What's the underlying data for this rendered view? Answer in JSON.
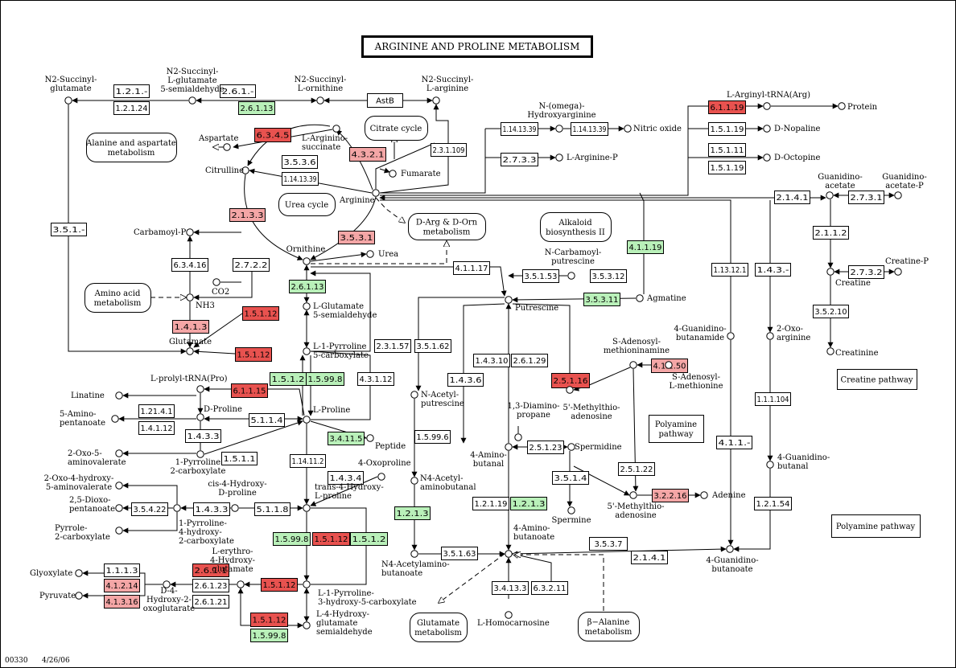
{
  "title": "ARGININE AND PROLINE METABOLISM",
  "footer": {
    "map_id": "00330",
    "date": "4/26/06"
  },
  "colors": {
    "red": "#e8524f",
    "pink": "#f4a6a6",
    "green": "#b9f0b9",
    "white": "#ffffff",
    "line": "#000000"
  },
  "enzymes": [
    {
      "text": "1.2.1.-",
      "color": "white"
    },
    {
      "text": "1.2.1.24",
      "color": "white"
    },
    {
      "text": "2.6.1.-",
      "color": "white"
    },
    {
      "text": "2.6.1.13",
      "color": "green"
    },
    {
      "text": "AstB",
      "color": "white"
    },
    {
      "text": "6.3.4.5",
      "color": "red"
    },
    {
      "text": "4.3.2.1",
      "color": "pink"
    },
    {
      "text": "3.5.3.6",
      "color": "white"
    },
    {
      "text": "1.14.13.39",
      "color": "white"
    },
    {
      "text": "2.3.1.109",
      "color": "white"
    },
    {
      "text": "1.14.13.39",
      "color": "white"
    },
    {
      "text": "1.14.13.39",
      "color": "white"
    },
    {
      "text": "2.7.3.3",
      "color": "white"
    },
    {
      "text": "6.1.1.19",
      "color": "red"
    },
    {
      "text": "1.5.1.19",
      "color": "white"
    },
    {
      "text": "1.5.1.11",
      "color": "white"
    },
    {
      "text": "1.5.1.19",
      "color": "white"
    },
    {
      "text": "2.1.4.1",
      "color": "white"
    },
    {
      "text": "2.7.3.1",
      "color": "white"
    },
    {
      "text": "2.1.1.2",
      "color": "white"
    },
    {
      "text": "2.7.3.2",
      "color": "white"
    },
    {
      "text": "3.5.2.10",
      "color": "white"
    },
    {
      "text": "3.5.1.-",
      "color": "white"
    },
    {
      "text": "2.1.3.3",
      "color": "pink"
    },
    {
      "text": "3.5.3.1",
      "color": "pink"
    },
    {
      "text": "6.3.4.16",
      "color": "white"
    },
    {
      "text": "2.7.2.2",
      "color": "white"
    },
    {
      "text": "2.6.1.13",
      "color": "green"
    },
    {
      "text": "1.5.1.12",
      "color": "red"
    },
    {
      "text": "1.4.1.3",
      "color": "pink"
    },
    {
      "text": "1.5.1.12",
      "color": "red"
    },
    {
      "text": "4.1.1.17",
      "color": "white"
    },
    {
      "text": "4.1.1.19",
      "color": "green"
    },
    {
      "text": "3.5.1.53",
      "color": "white"
    },
    {
      "text": "3.5.3.12",
      "color": "white"
    },
    {
      "text": "3.5.3.11",
      "color": "green"
    },
    {
      "text": "1.13.12.1",
      "color": "white"
    },
    {
      "text": "1.4.3.-",
      "color": "white"
    },
    {
      "text": "2.3.1.57",
      "color": "white"
    },
    {
      "text": "3.5.1.62",
      "color": "white"
    },
    {
      "text": "1.4.3.10",
      "color": "white"
    },
    {
      "text": "2.6.1.29",
      "color": "white"
    },
    {
      "text": "1.4.3.6",
      "color": "white"
    },
    {
      "text": "2.5.1.16",
      "color": "red"
    },
    {
      "text": "4.1.1.50",
      "color": "pink"
    },
    {
      "text": "1.5.1.2",
      "color": "green"
    },
    {
      "text": "1.5.99.8",
      "color": "green"
    },
    {
      "text": "4.3.1.12",
      "color": "white"
    },
    {
      "text": "6.1.1.15",
      "color": "red"
    },
    {
      "text": "1.21.4.1",
      "color": "white"
    },
    {
      "text": "1.4.1.12",
      "color": "white"
    },
    {
      "text": "5.1.1.4",
      "color": "white"
    },
    {
      "text": "1.4.3.3",
      "color": "white"
    },
    {
      "text": "3.4.11.5",
      "color": "green"
    },
    {
      "text": "1.5.1.1",
      "color": "white"
    },
    {
      "text": "1.14.11.2",
      "color": "white"
    },
    {
      "text": "1.4.3.4",
      "color": "white"
    },
    {
      "text": "1.5.99.6",
      "color": "white"
    },
    {
      "text": "2.5.1.23",
      "color": "white"
    },
    {
      "text": "2.5.1.22",
      "color": "white"
    },
    {
      "text": "3.5.1.4",
      "color": "white"
    },
    {
      "text": "4.1.1.-",
      "color": "white"
    },
    {
      "text": "1.1.1.104",
      "color": "white"
    },
    {
      "text": "3.5.4.22",
      "color": "white"
    },
    {
      "text": "1.4.3.3",
      "color": "white"
    },
    {
      "text": "5.1.1.8",
      "color": "white"
    },
    {
      "text": "1.2.1.3",
      "color": "green"
    },
    {
      "text": "1.2.1.19",
      "color": "white"
    },
    {
      "text": "1.2.1.3",
      "color": "green"
    },
    {
      "text": "3.2.2.16",
      "color": "pink"
    },
    {
      "text": "1.2.1.54",
      "color": "white"
    },
    {
      "text": "1.5.99.8",
      "color": "green"
    },
    {
      "text": "1.5.1.12",
      "color": "red"
    },
    {
      "text": "1.5.1.2",
      "color": "green"
    },
    {
      "text": "3.5.3.7",
      "color": "white"
    },
    {
      "text": "2.1.4.1",
      "color": "white"
    },
    {
      "text": "3.5.1.63",
      "color": "white"
    },
    {
      "text": "1.1.1.3",
      "color": "white"
    },
    {
      "text": "4.1.2.14",
      "color": "pink"
    },
    {
      "text": "4.1.3.16",
      "color": "pink"
    },
    {
      "text": "2.6.1.1",
      "color": "red"
    },
    {
      "text": "2.6.1.23",
      "color": "white"
    },
    {
      "text": "2.6.1.21",
      "color": "white"
    },
    {
      "text": "1.5.1.12",
      "color": "red"
    },
    {
      "text": "3.4.13.3",
      "color": "white"
    },
    {
      "text": "6.3.2.11",
      "color": "white"
    },
    {
      "text": "1.5.1.12",
      "color": "red"
    },
    {
      "text": "1.5.99.8",
      "color": "green"
    }
  ],
  "compounds": [
    {
      "lines": [
        "N2-Succinyl-",
        "glutamate"
      ]
    },
    {
      "lines": [
        "N2-Succinyl-",
        "L-glutamate",
        "5-semialdehyde"
      ]
    },
    {
      "lines": [
        "N2-Succinyl-",
        "L-ornithine"
      ]
    },
    {
      "lines": [
        "N2-Succinyl-",
        "L-arginine"
      ]
    },
    {
      "lines": [
        "N-(omega)-",
        "Hydroxyarginine"
      ]
    },
    {
      "lines": [
        "Nitric oxide"
      ]
    },
    {
      "lines": [
        "L-Arginyl-tRNA(Arg)"
      ]
    },
    {
      "lines": [
        "Protein"
      ]
    },
    {
      "lines": [
        "D-Nopaline"
      ]
    },
    {
      "lines": [
        "D-Octopine"
      ]
    },
    {
      "lines": [
        "Aspartate"
      ]
    },
    {
      "lines": [
        "L-Arginino-",
        "succinate"
      ]
    },
    {
      "lines": [
        "Fumarate"
      ]
    },
    {
      "lines": [
        "Citrulline"
      ]
    },
    {
      "lines": [
        "Arginine"
      ]
    },
    {
      "lines": [
        "L-Arginine-P"
      ]
    },
    {
      "lines": [
        "Guanidino-",
        "acetate"
      ]
    },
    {
      "lines": [
        "Guanidino-",
        "acetate-P"
      ]
    },
    {
      "lines": [
        "Creatine-P"
      ]
    },
    {
      "lines": [
        "Creatine"
      ]
    },
    {
      "lines": [
        "Creatinine"
      ]
    },
    {
      "lines": [
        "Carbamoyl-P"
      ]
    },
    {
      "lines": [
        "Ornithine"
      ]
    },
    {
      "lines": [
        "Urea"
      ]
    },
    {
      "lines": [
        "CO2"
      ]
    },
    {
      "lines": [
        "NH3"
      ]
    },
    {
      "lines": [
        "L-Glutamate",
        "5-semialdehyde"
      ]
    },
    {
      "lines": [
        "Glutamate"
      ]
    },
    {
      "lines": [
        "L-1-Pyrroline",
        "5-carboxylate"
      ]
    },
    {
      "lines": [
        "N-Carbamoyl-",
        "putrescine"
      ]
    },
    {
      "lines": [
        "Agmatine"
      ]
    },
    {
      "lines": [
        "Putrescine"
      ]
    },
    {
      "lines": [
        "4-Guanidino-",
        "butanamide"
      ]
    },
    {
      "lines": [
        "2-Oxo-",
        "arginine"
      ]
    },
    {
      "lines": [
        "S-Adenosyl-",
        "methioninamine"
      ]
    },
    {
      "lines": [
        "S-Adenosyl-",
        "L-methionine"
      ]
    },
    {
      "lines": [
        "L-prolyl-tRNA(Pro)"
      ]
    },
    {
      "lines": [
        "Linatine"
      ]
    },
    {
      "lines": [
        "D-Proline"
      ]
    },
    {
      "lines": [
        "L-Proline"
      ]
    },
    {
      "lines": [
        "5-Amino-",
        "pentanoate"
      ]
    },
    {
      "lines": [
        "N-Acetyl-",
        "putrescine"
      ]
    },
    {
      "lines": [
        "1,3-Diamino-",
        "propane"
      ]
    },
    {
      "lines": [
        "5'-Methylthio-",
        "adenosine"
      ]
    },
    {
      "lines": [
        "2-Oxo-5-",
        "aminovalerate"
      ]
    },
    {
      "lines": [
        "1-Pyrroline",
        "2-carboxylate"
      ]
    },
    {
      "lines": [
        "Peptide"
      ]
    },
    {
      "lines": [
        "4-Amino-",
        "butanal"
      ]
    },
    {
      "lines": [
        "Spermidine"
      ]
    },
    {
      "lines": [
        "4-Oxoproline"
      ]
    },
    {
      "lines": [
        "2-Oxo-4-hydroxy-",
        "5-aminovalerate"
      ]
    },
    {
      "lines": [
        "cis-4-Hydroxy-",
        "D-proline"
      ]
    },
    {
      "lines": [
        "trans-4-Hydroxy-",
        "L-proline"
      ]
    },
    {
      "lines": [
        "N4-Acetyl-",
        "aminobutanal"
      ]
    },
    {
      "lines": [
        "2,5-Dioxo-",
        "pentanoate"
      ]
    },
    {
      "lines": [
        "Pyrrole-",
        "2-carboxylate"
      ]
    },
    {
      "lines": [
        "1-Pyrroline-",
        "4-hydroxy-",
        "2-carboxylate"
      ]
    },
    {
      "lines": [
        "Spermine"
      ]
    },
    {
      "lines": [
        "5'-Methylthio-",
        "adenosine"
      ]
    },
    {
      "lines": [
        "Adenine"
      ]
    },
    {
      "lines": [
        "4-Guanidino-",
        "butanal"
      ]
    },
    {
      "lines": [
        "4-Amino-",
        "butanoate"
      ]
    },
    {
      "lines": [
        "N4-Acetylamino-",
        "butanoate"
      ]
    },
    {
      "lines": [
        "Glyoxylate"
      ]
    },
    {
      "lines": [
        "Pyruvate"
      ]
    },
    {
      "lines": [
        "D-4-",
        "Hydroxy-2-",
        "oxoglutarate"
      ]
    },
    {
      "lines": [
        "L-erythro-",
        "4-Hydroxy-",
        "glutamate"
      ]
    },
    {
      "lines": [
        "L-1-Pyrroline-",
        "3-hydroxy-5-carboxylate"
      ]
    },
    {
      "lines": [
        "L-4-Hydroxy-",
        "glutamate",
        "semialdehyde"
      ]
    },
    {
      "lines": [
        "L-Homocarnosine"
      ]
    },
    {
      "lines": [
        "4-Guanidino-",
        "butanoate"
      ]
    }
  ],
  "maps": [
    {
      "lines": [
        "Citrate cycle"
      ]
    },
    {
      "lines": [
        "Alanine and aspartate",
        "metabolism"
      ]
    },
    {
      "lines": [
        "Urea cycle"
      ]
    },
    {
      "lines": [
        "D-Arg & D-Orn",
        "metabolism"
      ]
    },
    {
      "lines": [
        "Alkaloid",
        "biosynthesis II"
      ]
    },
    {
      "lines": [
        "Amino acid",
        "metabolism"
      ]
    },
    {
      "lines": [
        "Glutamate",
        "metabolism"
      ]
    },
    {
      "lines": [
        "β−Alanine",
        "metabolism"
      ]
    }
  ],
  "pathway_boxes": [
    {
      "lines": [
        "Creatine pathway"
      ]
    },
    {
      "lines": [
        "Polyamine",
        "pathway"
      ]
    },
    {
      "lines": [
        "Polyamine pathway"
      ]
    }
  ]
}
